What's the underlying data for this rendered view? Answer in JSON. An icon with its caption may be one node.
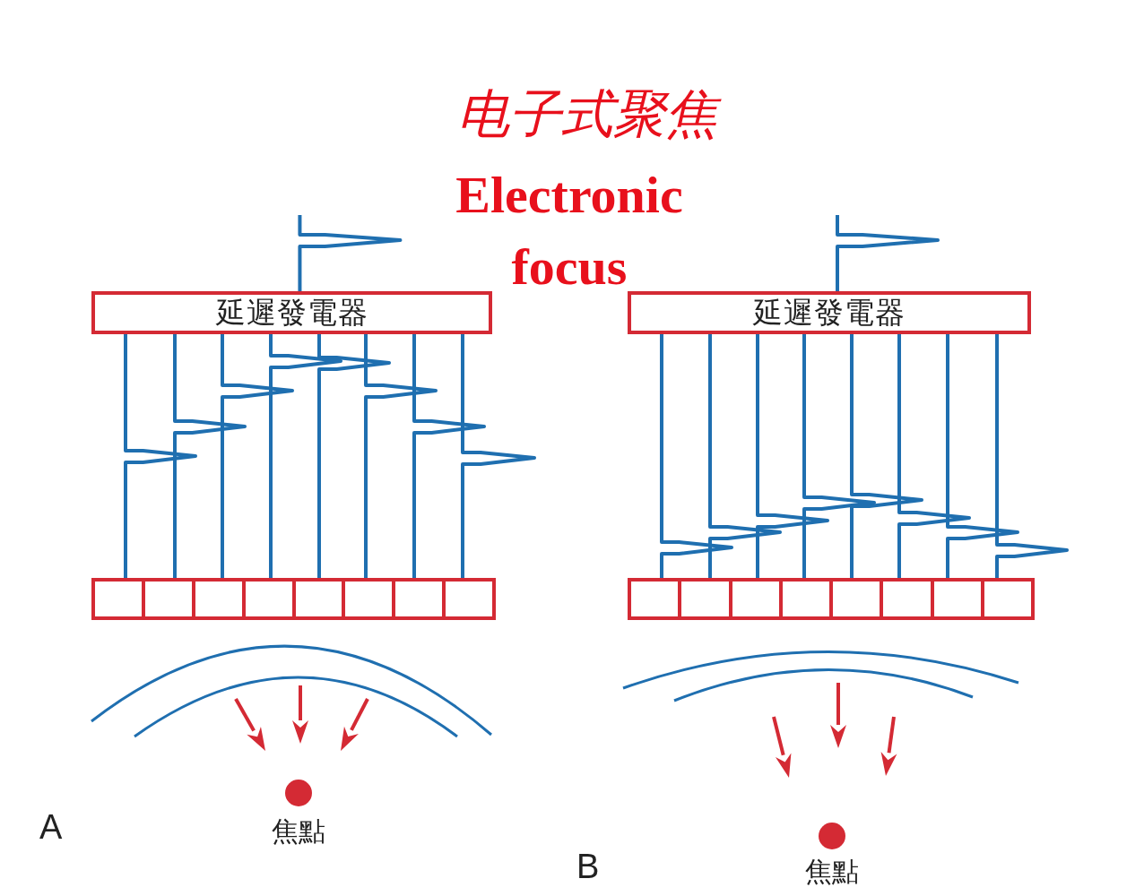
{
  "diagram": {
    "title": "电子式聚焦",
    "nodes": [
      {
        "text": [
          "延遲發電器"
        ]
      },
      {
        "text": [],
        "shape": "box"
      },
      {
        "text": [],
        "shape": "box"
      },
      {
        "text": [],
        "shape": "box"
      },
      {
        "text": [],
        "shape": "box"
      },
      {
        "text": [],
        "shape": "box"
      },
      {
        "text": [],
        "shape": "box"
      },
      {
        "text": [],
        "shape": "box"
      },
      {
        "text": [],
        "shape": "box"
      },
      {
        "text": [
          "延遲發電器"
        ]
      },
      {
        "text": [],
        "shape": "box"
      },
      {
        "text": [],
        "shape": "box"
      },
      {
        "text": [],
        "shape": "box"
      },
      {
        "text": [],
        "shape": "box"
      },
      {
        "text": [],
        "shape": "box"
      },
      {
        "text": [],
        "shape": "box"
      },
      {
        "text": [],
        "shape": "box"
      },
      {
        "text": [],
        "shape": "box"
      }
    ],
    "edges": [
      {
        "from": null,
        "to": 0,
        "arrow": "none"
      },
      {
        "from": 0,
        "to": 1,
        "arrow": "none"
      },
      {
        "from": 0,
        "to": 2,
        "arrow": "none"
      },
      {
        "from": 0,
        "to": 3,
        "arrow": "none"
      },
      {
        "from": 0,
        "to": 4,
        "arrow": "none"
      },
      {
        "from": 0,
        "to": 5,
        "arrow": "none"
      },
      {
        "from": 0,
        "to": 6,
        "arrow": "none"
      },
      {
        "from": 0,
        "to": 7,
        "arrow": "none"
      },
      {
        "from": 0,
        "to": 8,
        "arrow": "none"
      },
      {
        "from": null,
        "to": 9,
        "arrow": "none"
      },
      {
        "from": 9,
        "to": 10,
        "arrow": "none"
      },
      {
        "from": 9,
        "to": 11,
        "arrow": "none"
      },
      {
        "from": 9,
        "to": 12,
        "arrow": "none"
      },
      {
        "from": 9,
        "to": 13,
        "arrow": "none"
      },
      {
        "from": 9,
        "to": 14,
        "arrow": "none"
      },
      {
        "from": 9,
        "to": 15,
        "arrow": "none"
      },
      {
        "from": 9,
        "to": 16,
        "arrow": "none"
      },
      {
        "from": 9,
        "to": 17,
        "arrow": "none"
      }
    ],
    "labels": [
      "Electronic focus",
      "焦點",
      "A",
      "焦點",
      "B"
    ]
  }
}
